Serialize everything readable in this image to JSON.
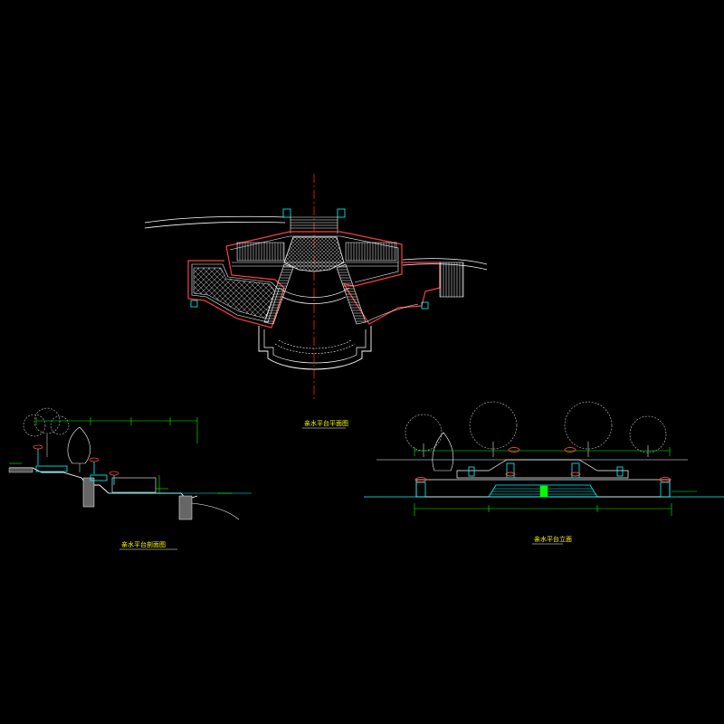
{
  "drawing": {
    "background": "#000000",
    "colors": {
      "outline": "#ffffff",
      "wall_red": "#ff3c3c",
      "axis_red": "#ff2020",
      "water_cyan": "#00ffff",
      "dimension_green": "#00ff00",
      "caption_yellow": "#ffff00",
      "tree_gray": "#c8c8c8",
      "lamp_red": "#ff4040"
    },
    "captions": {
      "plan": "亲水平台平面图",
      "section": "亲水平台剖面图",
      "elevation": "亲水平台立面"
    }
  }
}
